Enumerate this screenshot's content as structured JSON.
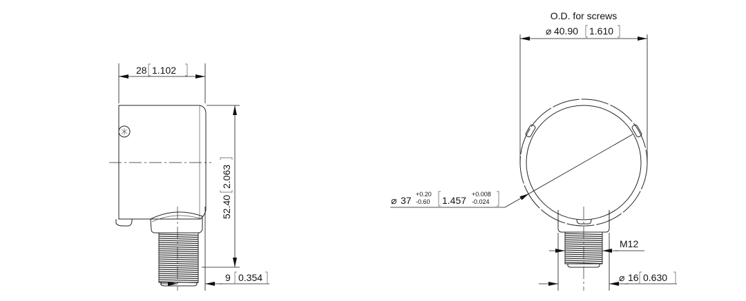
{
  "side_view": {
    "width_dim": {
      "value": "28",
      "inch": "1.102"
    },
    "height_dim": {
      "value": "52.40",
      "inch": "2.063"
    },
    "offset_dim": {
      "value": "9",
      "inch": "0.354"
    }
  },
  "front_view": {
    "od_label": "O.D. for screws",
    "od_dim": {
      "symbol": "⌀",
      "value": "40.90",
      "inch": "1.610"
    },
    "body_dim": {
      "symbol": "⌀",
      "value": "37",
      "tol_plus": "+0.20",
      "tol_minus": "-0.60",
      "inch": "1.457",
      "inch_tol_plus": "+0.008",
      "inch_tol_minus": "-0.024"
    },
    "thread_label": "M12",
    "connector_dim": {
      "symbol": "⌀",
      "value": "16",
      "inch": "0.630"
    }
  }
}
